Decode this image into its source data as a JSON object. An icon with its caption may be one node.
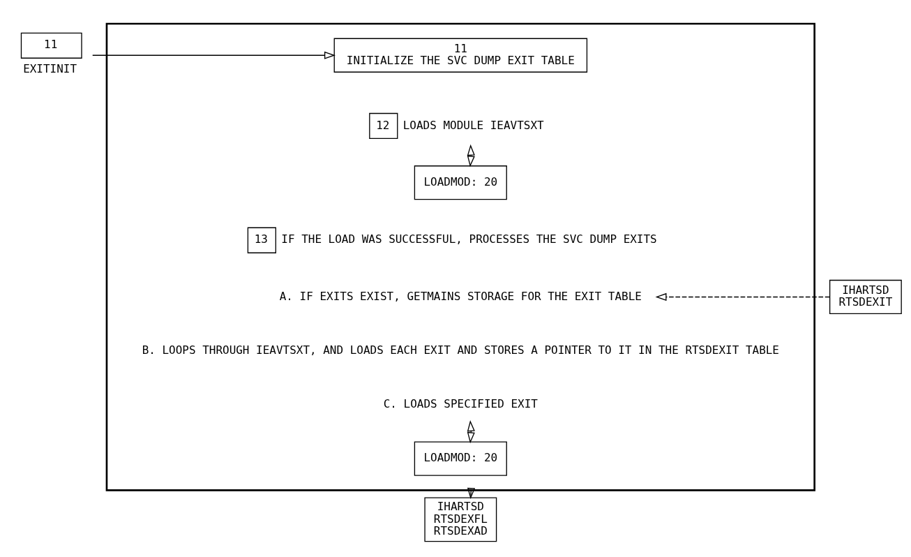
{
  "diagram": {
    "nodes": [
      {
        "text": [],
        "shape": "box"
      },
      {
        "text": [
          "11",
          "INITIALIZE THE SVC DUMP EXIT TABLE"
        ],
        "in": 0
      },
      {
        "text": [
          "12"
        ],
        "beside": [
          "LOADS MODULE IEAVTSXT"
        ],
        "in": 0
      },
      {
        "text": [
          "LOADMOD: 20"
        ],
        "in": 0
      },
      {
        "text": [
          "13"
        ],
        "beside": [
          "IF THE LOAD WAS SUCCESSFUL, PROCESSES THE SVC DUMP EXITS"
        ],
        "in": 0
      },
      {
        "text": [
          "A. IF EXITS EXIST, GETMAINS STORAGE FOR THE EXIT TABLE"
        ],
        "in": 0
      },
      {
        "text": [
          "C. LOADS SPECIFIED EXIT"
        ],
        "in": 0
      },
      {
        "text": [
          "LOADMOD: 20"
        ],
        "in": 0
      },
      {
        "text": [
          "11"
        ],
        "beside": [
          "EXITINIT"
        ]
      },
      {
        "text": [
          "IHARTSD",
          "RTSDEXIT"
        ]
      },
      {
        "text": [
          "IHARTSD",
          "RTSDEXFL",
          "RTSDEXAD"
        ]
      }
    ],
    "edges": [
      {
        "from": 8,
        "to": 1,
        "arrow": "to"
      },
      {
        "from": 2,
        "to": 3,
        "arrow": "both"
      },
      {
        "from": 9,
        "to": 5,
        "arrow": "to",
        "style": "dashed"
      },
      {
        "from": 6,
        "to": 7,
        "arrow": "both"
      },
      {
        "from": 0,
        "to": 10,
        "arrow": "to"
      }
    ],
    "labels": [
      "B. LOOPS THROUGH IEAVTSXT, AND LOADS EACH EXIT AND STORES A POINTER TO IT IN THE RTSDEXIT TABLE"
    ]
  }
}
